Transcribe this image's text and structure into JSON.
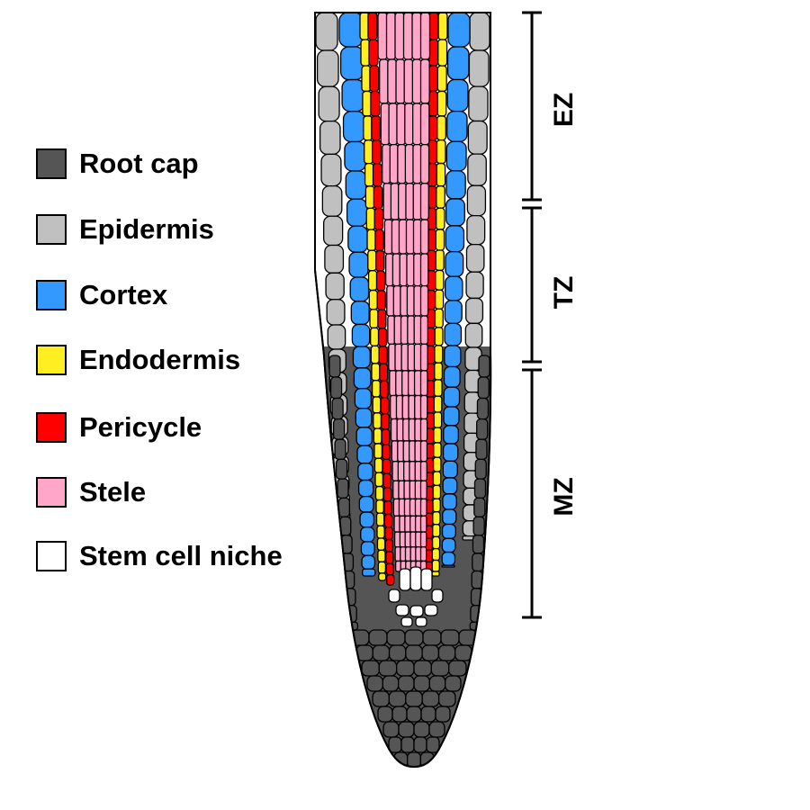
{
  "legend": [
    {
      "key": "root_cap",
      "label": "Root cap",
      "color": "#555555"
    },
    {
      "key": "epidermis",
      "label": "Epidermis",
      "color": "#c0c0c0"
    },
    {
      "key": "cortex",
      "label": "Cortex",
      "color": "#3399ff"
    },
    {
      "key": "endodermis",
      "label": "Endodermis",
      "color": "#ffee22"
    },
    {
      "key": "pericycle",
      "label": "Pericycle",
      "color": "#ff0000"
    },
    {
      "key": "stele",
      "label": "Stele",
      "color": "#ffa6c9"
    },
    {
      "key": "stem_cell_niche",
      "label": "Stem cell niche",
      "color": "#ffffff"
    }
  ],
  "zones": [
    {
      "key": "ez",
      "label": "EZ"
    },
    {
      "key": "tz",
      "label": "TZ"
    },
    {
      "key": "mz",
      "label": "MZ"
    }
  ]
}
